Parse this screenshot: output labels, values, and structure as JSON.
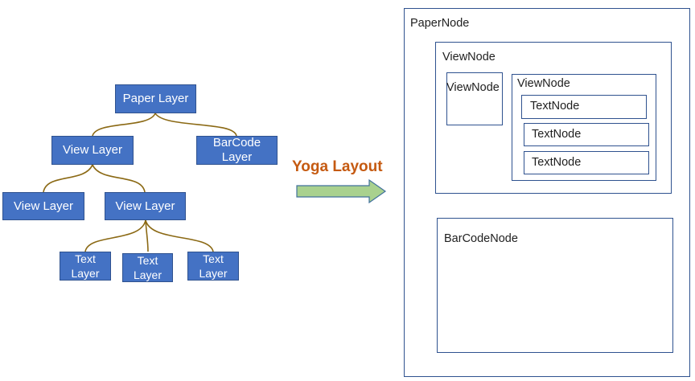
{
  "layer_tree": {
    "paper": "Paper Layer",
    "view_top": "View Layer",
    "barcode": "BarCode Layer",
    "view_left": "View Layer",
    "view_right": "View Layer",
    "texts": [
      "Text Layer",
      "Text Layer",
      "Text Layer"
    ]
  },
  "transform": {
    "label": "Yoga Layout",
    "arrow_icon": "right-arrow-icon"
  },
  "node_tree": {
    "paper": "PaperNode",
    "view_outer": "ViewNode",
    "view_left": "ViewNode",
    "view_right": "ViewNode",
    "texts": [
      "TextNode",
      "TextNode",
      "TextNode"
    ],
    "barcode": "BarCodeNode"
  },
  "colors": {
    "layer_fill": "#4472c4",
    "layer_border": "#2f528f",
    "connector": "#8b6914",
    "yoga_label": "#c55a11",
    "arrow_fill": "#a9d18e",
    "arrow_stroke": "#41719c",
    "node_border": "#2f528f"
  }
}
